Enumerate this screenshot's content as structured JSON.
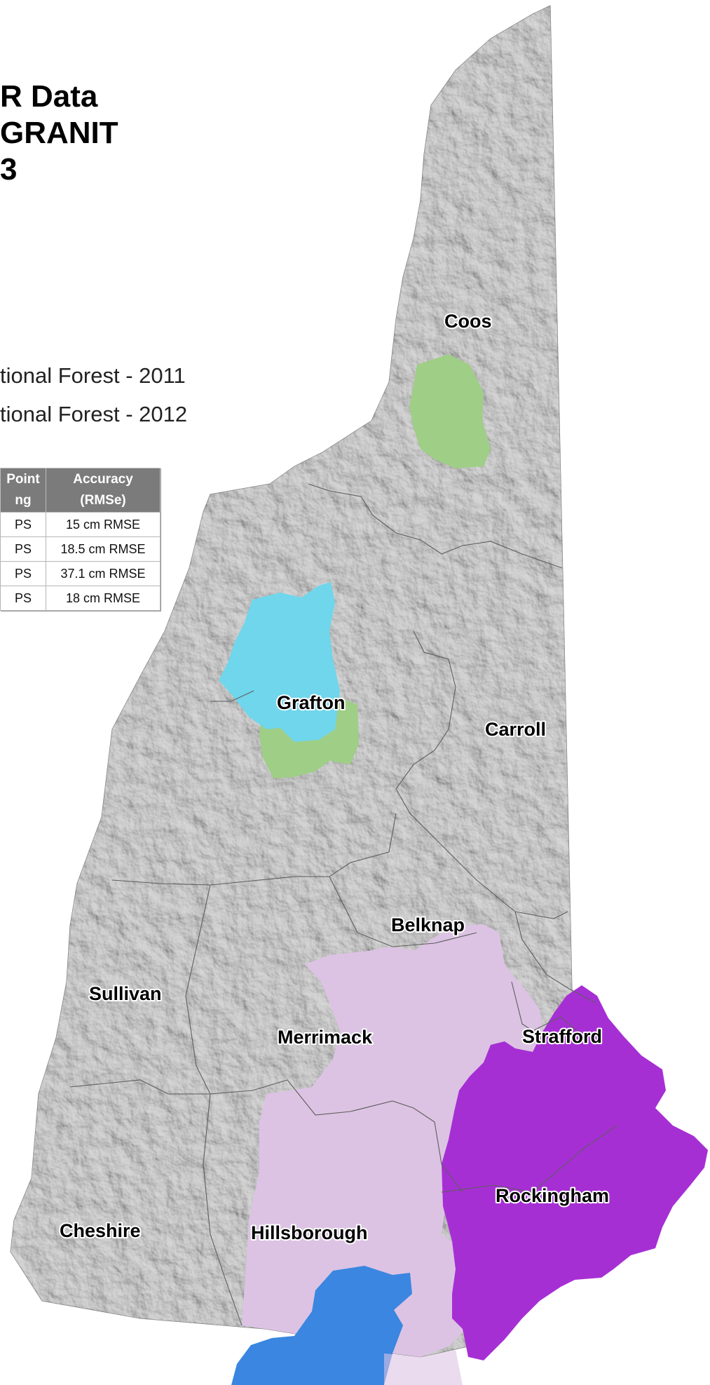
{
  "title": {
    "line1": "R Data",
    "line2": "GRANIT",
    "line3": "3"
  },
  "legend": {
    "items": [
      {
        "label": "tional Forest - 2011",
        "color": "#9fce86"
      },
      {
        "label": "tional Forest - 2012",
        "color": "#6fd6ec"
      }
    ]
  },
  "table": {
    "headers": [
      {
        "line1": "Point",
        "line2": "ng"
      },
      {
        "line1": "Accuracy",
        "line2": "(RMSe)"
      }
    ],
    "rows": [
      [
        "PS",
        "15 cm RMSE"
      ],
      [
        "PS",
        "18.5 cm RMSE"
      ],
      [
        "PS",
        "37.1 cm RMSE"
      ],
      [
        "PS",
        "18 cm RMSE"
      ]
    ]
  },
  "counties": {
    "coos": "Coos",
    "grafton": "Grafton",
    "carroll": "Carroll",
    "belknap": "Belknap",
    "sullivan": "Sullivan",
    "merrimack": "Merrimack",
    "strafford": "Strafford",
    "rockingham": "Rockingham",
    "cheshire": "Cheshire",
    "hillsborough": "Hillsborough"
  },
  "colors": {
    "terrain": "#a9a9a9",
    "county_border": "#5e5e5e",
    "coverage_pink": "#dcc3e3",
    "coverage_purple": "#a62fd4",
    "coverage_blue": "#3a86e0",
    "coverage_green": "#9fce86",
    "coverage_cyan": "#6fd6ec"
  }
}
